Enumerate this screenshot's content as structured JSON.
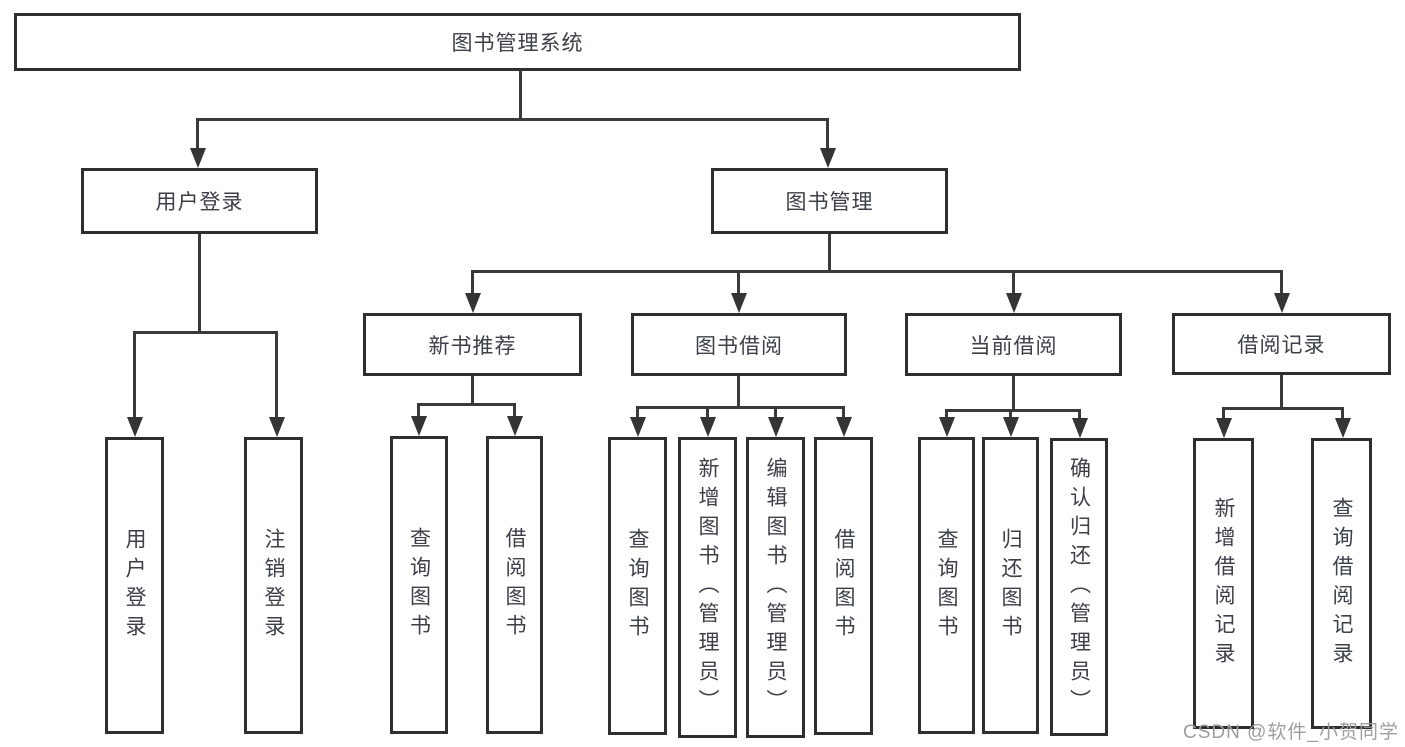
{
  "diagram": {
    "title": "图书管理系统",
    "branches": [
      {
        "label": "用户登录",
        "children": [
          {
            "label": "用户登录"
          },
          {
            "label": "注销登录"
          }
        ]
      },
      {
        "label": "图书管理",
        "children": [
          {
            "label": "新书推荐",
            "children": [
              {
                "label": "查询图书"
              },
              {
                "label": "借阅图书"
              }
            ]
          },
          {
            "label": "图书借阅",
            "children": [
              {
                "label": "查询图书"
              },
              {
                "label": "新增图书（管理员）"
              },
              {
                "label": "编辑图书（管理员）"
              },
              {
                "label": "借阅图书"
              }
            ]
          },
          {
            "label": "当前借阅",
            "children": [
              {
                "label": "查询图书"
              },
              {
                "label": "归还图书"
              },
              {
                "label": "确认归还（管理员）"
              }
            ]
          },
          {
            "label": "借阅记录",
            "children": [
              {
                "label": "新增借阅记录"
              },
              {
                "label": "查询借阅记录"
              }
            ]
          }
        ]
      }
    ]
  },
  "watermark": {
    "text": "CSDN @软件_小贺同学"
  },
  "colors": {
    "background": "#ffffff",
    "box_border": "#2e2e2e",
    "connector_line": "#3a3a3a",
    "text": "#3d4048",
    "watermark": "#9e9e9e"
  }
}
